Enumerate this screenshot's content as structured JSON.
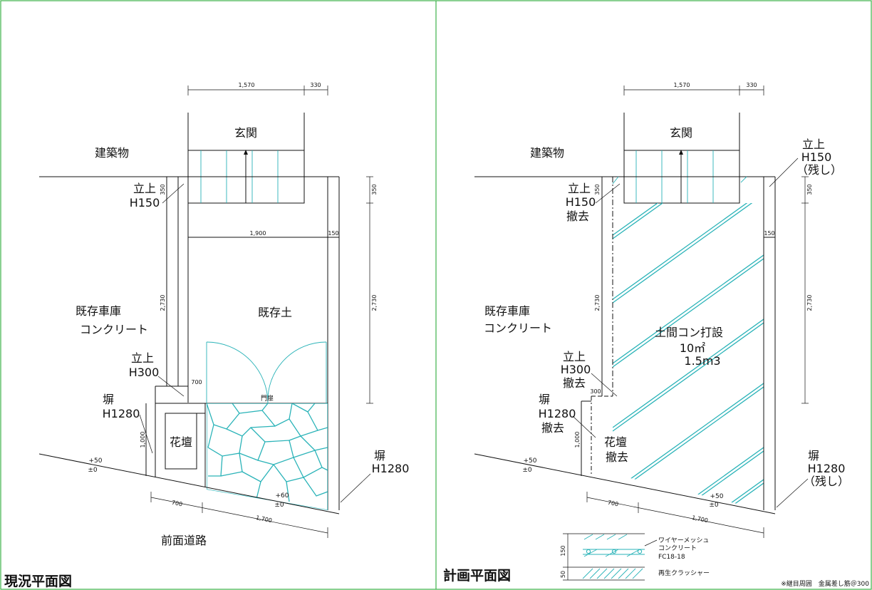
{
  "colors": {
    "border": "#3db24a",
    "ink": "#111111",
    "accent": "#2ab3b8"
  },
  "left": {
    "title": "現況平面図",
    "building": "建築物",
    "entrance": "玄関",
    "dim_top_a": "1,570",
    "dim_top_b": "330",
    "rise_label": "立上",
    "rise_h150": "H150",
    "dim_350": "350",
    "dim_1900": "1,900",
    "dim_150": "150",
    "garage_l1": "既存車庫",
    "garage_l2": "コンクリート",
    "soil": "既存土",
    "dim_2730": "2,730",
    "rise2_label": "立上",
    "rise2_h300": "H300",
    "dim_700_top": "700",
    "gate": "門扉",
    "wall_label": "塀",
    "wall_h1280": "H1280",
    "flower_bed": "花壇",
    "dim_1000": "1,000",
    "level_plus50": "+50",
    "level_pm0": "±0",
    "level_plus60": "+60",
    "level_pm0_b": "±0",
    "wall_r_label": "塀",
    "wall_r_h1280": "H1280",
    "dim_700_bottom": "700",
    "dim_1700": "1,700",
    "road": "前面道路"
  },
  "right": {
    "title": "計画平面図",
    "building": "建築物",
    "entrance": "玄関",
    "dim_top_a": "1,570",
    "dim_top_b": "330",
    "rise_r_label": "立上",
    "rise_r_h150": "H150",
    "rise_r_keep": "（残し）",
    "rise_l_label": "立上",
    "rise_l_h150": "H150",
    "rise_l_remove": "撤去",
    "dim_350": "350",
    "dim_350_r": "350",
    "dim_150": "150",
    "garage_l1": "既存車庫",
    "garage_l2": "コンクリート",
    "dim_2730_l": "2,730",
    "dim_2730_r": "2,730",
    "slab_l1": "土間コン打設",
    "slab_l2": "10㎡",
    "slab_l3": "1.5m3",
    "rise2_label": "立上",
    "rise2_h300": "H300",
    "rise2_remove": "撤去",
    "dim_300": "300",
    "wall_label": "塀",
    "wall_h1280": "H1280",
    "wall_remove": "撤去",
    "flower_bed": "花壇",
    "flower_remove": "撤去",
    "dim_1000": "1,000",
    "level_plus50": "+50",
    "level_pm0": "±0",
    "level_plus50_b": "+50",
    "level_pm0_b": "±0",
    "wall_r_label": "塀",
    "wall_r_h1280": "H1280",
    "wall_r_keep": "（残し）",
    "dim_700_bottom": "700",
    "dim_1700": "1,700"
  },
  "legend": {
    "mesh_l1": "ワイヤーメッシュ",
    "mesh_l2": "コンクリート",
    "mesh_l3": "FC18-18",
    "crusher": "再生クラッシャー",
    "dim_150": "150",
    "dim_50": "50",
    "footnote": "※継目周囲　金属差し筋＠300"
  }
}
